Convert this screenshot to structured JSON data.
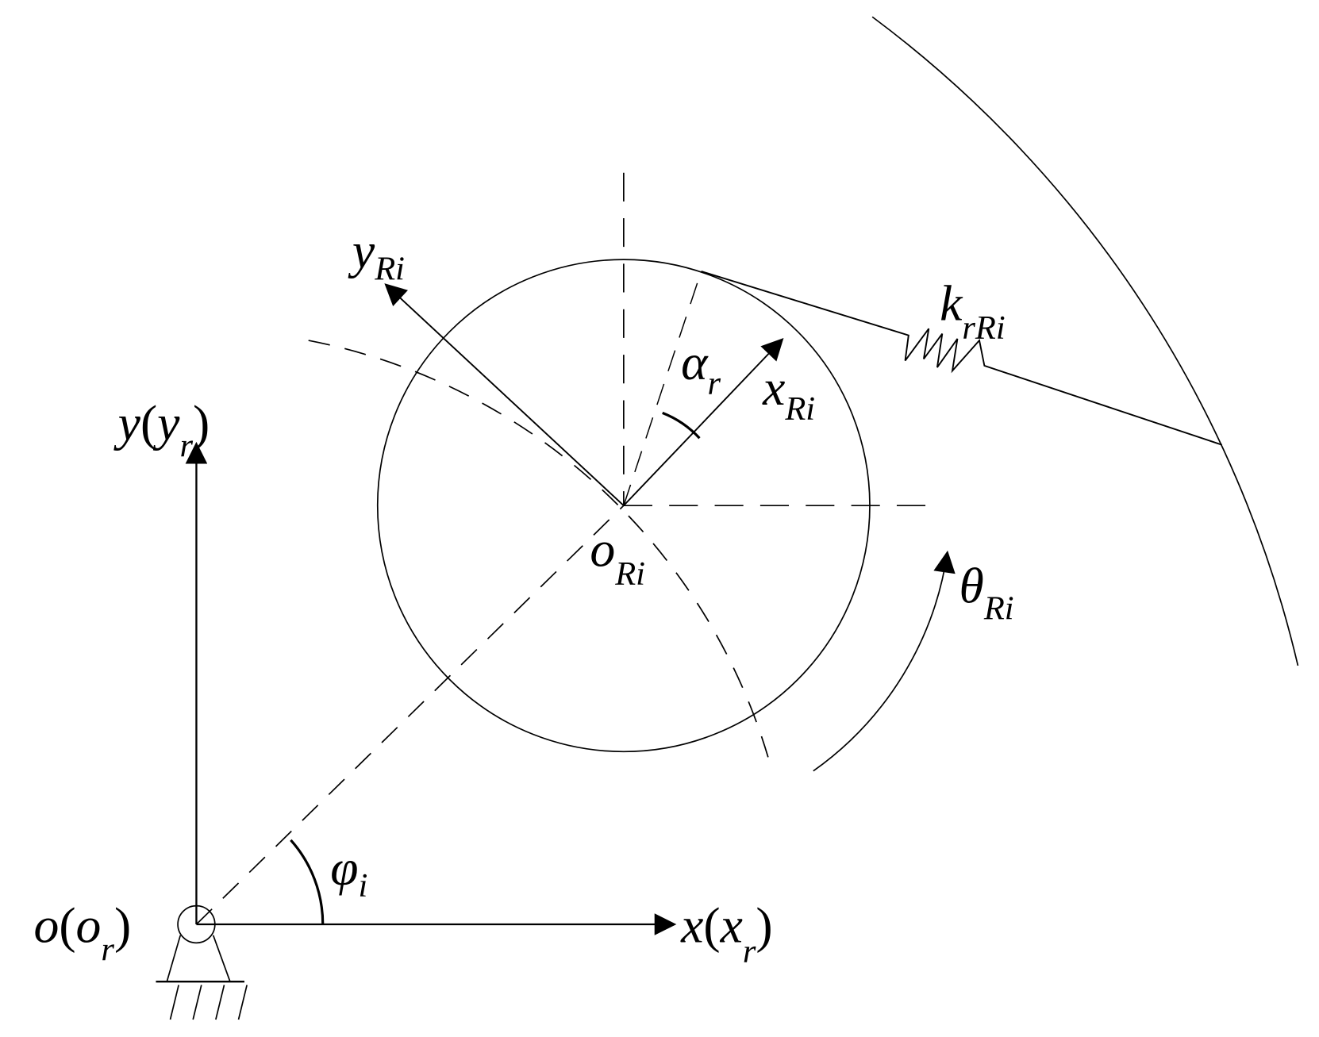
{
  "diagram": {
    "type": "mechanical-coordinate-schematic",
    "colors": {
      "line": "#000000",
      "background": "#ffffff"
    },
    "labels": {
      "origin": {
        "main": "o",
        "paren_open": "(",
        "inner": "o",
        "inner_sub": "r",
        "paren_close": ")"
      },
      "x_axis": {
        "main": "x",
        "paren_open": "(",
        "inner": "x",
        "inner_sub": "r",
        "paren_close": ")"
      },
      "y_axis": {
        "main": "y",
        "paren_open": "(",
        "inner": "y",
        "inner_sub": "r",
        "paren_close": ")"
      },
      "phi": {
        "main": "φ",
        "sub": "i"
      },
      "y_ri": {
        "main": "y",
        "sub": "Ri"
      },
      "x_ri": {
        "main": "x",
        "sub": "Ri"
      },
      "alpha": {
        "main": "α",
        "sub": "r"
      },
      "o_ri": {
        "main": "o",
        "sub": "Ri"
      },
      "theta": {
        "main": "θ",
        "sub": "Ri"
      },
      "spring": {
        "main": "k",
        "sub": "rRi"
      }
    },
    "elements": [
      "fixed-pivot-support",
      "global-x-axis-arrow",
      "global-y-axis-arrow",
      "dashed-radius-line-to-roller-center",
      "dashed-orbit-arc",
      "roller-circle",
      "local-x-axis-arrow",
      "local-y-axis-arrow",
      "contact-angle-dashed-line",
      "spring-element",
      "outer-ring-arc",
      "rotation-theta-arrow",
      "phi-angle-arc",
      "alpha-angle-arc"
    ]
  }
}
